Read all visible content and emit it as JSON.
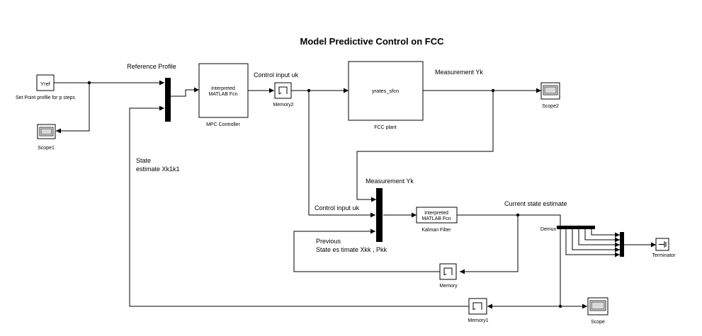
{
  "title": "Model Predictive Control on FCC",
  "blocks": {
    "yref": {
      "text": "Yref",
      "caption": "Set Point profile for p steps"
    },
    "scope1": {
      "caption": "Scope1"
    },
    "mux1": {
      "caption": "Reference Profile"
    },
    "mpc": {
      "line1": "Interpreted",
      "line2": "MATLAB Fcn",
      "caption": "MPC Controller"
    },
    "memory2": {
      "caption": "Memory2"
    },
    "fcc": {
      "text": "yrates_sfcn",
      "caption": "FCC plant"
    },
    "scope2": {
      "caption": "Scope2"
    },
    "mux2": {
      "caption": "Measurement Yk"
    },
    "kalman": {
      "line1": "Interpreted",
      "line2": "MATLAB Fcn",
      "caption": "Kalman Filter"
    },
    "demux": {
      "caption": "Demux"
    },
    "terminator": {
      "caption": "Terminator"
    },
    "memory": {
      "caption": "Memory"
    },
    "memory1": {
      "caption": "Memory1"
    },
    "scope": {
      "caption": "Scope"
    }
  },
  "labels": {
    "control_input_1": "Control input uk",
    "measurement_1": "Measurement Yk",
    "state_line1": "State",
    "state_line2": "estimate Xk1k1",
    "control_input_2": "Control input uk",
    "current_state": "Current state estimate",
    "previous_line1": "Previous",
    "previous_line2": "State es timate Xkk , Pkk"
  },
  "icons": {
    "scope": "scope-icon",
    "memory": "memory-icon",
    "terminator": "terminator-icon"
  }
}
